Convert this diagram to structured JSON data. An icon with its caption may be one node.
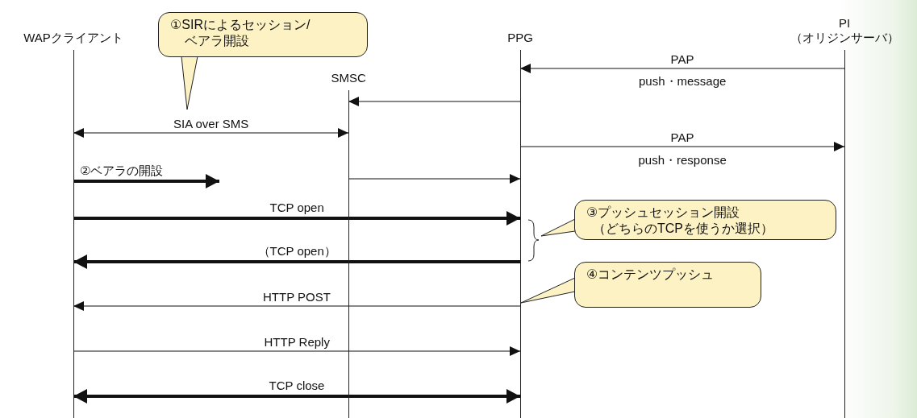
{
  "diagram": {
    "nodes": [
      {
        "text": [
          "WAPクライアント"
        ]
      },
      {
        "text": [
          "SMSC"
        ]
      },
      {
        "text": [
          "PPG"
        ]
      },
      {
        "text": [
          "PI",
          "（オリジンサーバ）"
        ]
      },
      {
        "text": [
          "①SIRによるセッション/ベアラ開設"
        ]
      },
      {
        "text": [
          "③プッシュセッション開設",
          "（どちらのTCPを使うか選択）"
        ]
      },
      {
        "text": [
          "④コンテンツプッシュ"
        ]
      }
    ],
    "edges": [
      {
        "from": 3,
        "to": 2,
        "arrow": "to",
        "label": "PAP"
      },
      {
        "from": 2,
        "to": 1,
        "arrow": "to"
      },
      {
        "from": 0,
        "to": 1,
        "arrow": "both",
        "label": "SIA over SMS"
      },
      {
        "from": 2,
        "to": 3,
        "arrow": "to",
        "label": "PAP"
      },
      {
        "from": 0,
        "to": null,
        "arrow": "to",
        "label": "②ベアラの開設",
        "style": "thick"
      },
      {
        "from": 1,
        "to": 2,
        "arrow": "to"
      },
      {
        "from": 0,
        "to": 2,
        "arrow": "to",
        "label": "TCP open",
        "style": "thick"
      },
      {
        "from": 2,
        "to": 0,
        "arrow": "to",
        "label": "（TCP open）",
        "style": "thick"
      },
      {
        "from": 2,
        "to": 0,
        "arrow": "to",
        "label": "HTTP POST"
      },
      {
        "from": 0,
        "to": 2,
        "arrow": "to",
        "label": "HTTP Reply"
      },
      {
        "from": 0,
        "to": 2,
        "arrow": "both",
        "label": "TCP close",
        "style": "thick"
      }
    ],
    "labels": [
      "push・message",
      "push・response"
    ]
  }
}
